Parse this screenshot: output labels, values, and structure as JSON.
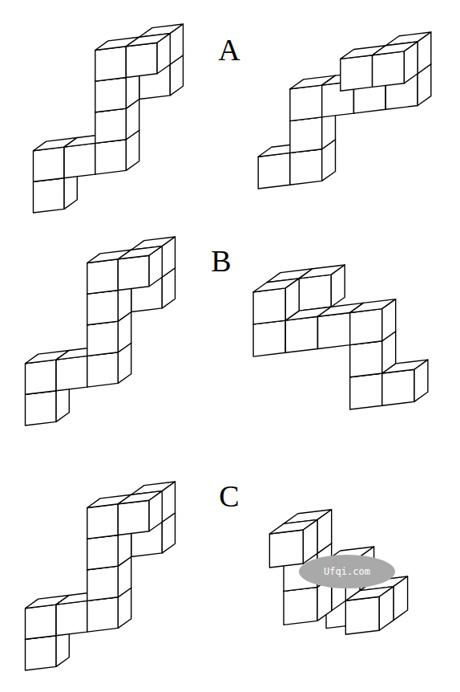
{
  "diagram": {
    "labels": [
      "A",
      "B",
      "C",
      "Ufqi.com"
    ]
  }
}
